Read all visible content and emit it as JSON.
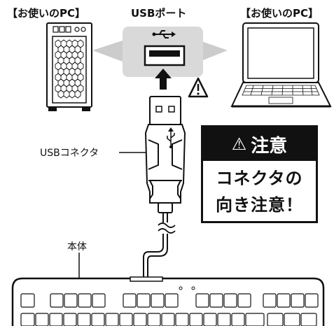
{
  "labels": {
    "left_pc": "【お使いのPC】",
    "usb_port": "USBポート",
    "right_pc": "【お使いのPC】",
    "usb_connector": "USBコネクタ",
    "main_body": "本体"
  },
  "caution": {
    "symbol": "⚠",
    "heading": "注意",
    "line1": "コネクタの",
    "line2": "向き注意！"
  },
  "warning_symbol": "!",
  "colors": {
    "ink": "#111111",
    "port_bg": "#d9d9d9",
    "arrow_gray": "#cccccc"
  }
}
